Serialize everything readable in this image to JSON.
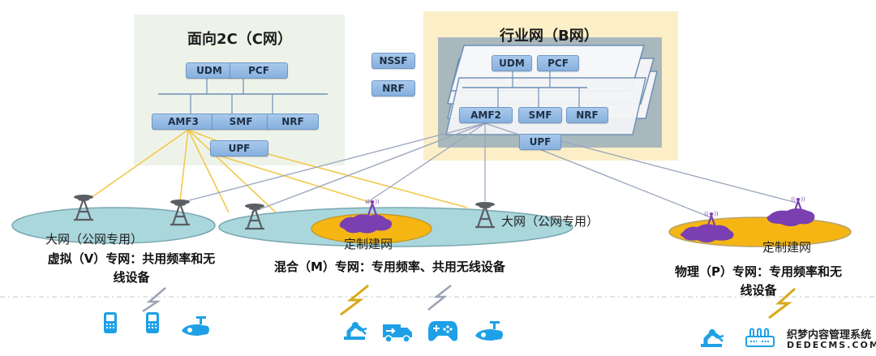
{
  "c_network": {
    "title": "面向2C（C网）",
    "functions": {
      "udm": "UDM",
      "pcf": "PCF",
      "amf": "AMF3",
      "smf": "SMF",
      "nrf": "NRF",
      "upf": "UPF"
    }
  },
  "shared": {
    "nssf": "NSSF",
    "nrf": "NRF"
  },
  "b_network": {
    "title": "行业网（B网）",
    "functions": {
      "udm": "UDM",
      "pcf": "PCF",
      "amf": "AMF2",
      "smf": "SMF",
      "nrf": "NRF",
      "upf": "UPF"
    }
  },
  "clouds": {
    "public_left": "大网（公网专用）",
    "public_right": "大网（公网专用）",
    "custom_mid": "定制建网",
    "custom_right": "定制建网"
  },
  "modes": {
    "virtual": {
      "line1": "虚拟（V）专网：共用频率和无",
      "line2": "线设备"
    },
    "hybrid": {
      "line1": "混合（M）专网：专用频率、共用无线设备"
    },
    "physical": {
      "line1": "物理（P）专网：专用频率和无",
      "line2": "线设备"
    }
  },
  "devices": {
    "virtual": [
      "phone-icon",
      "phone-icon",
      "camera-icon"
    ],
    "hybrid": [
      "robot-arm-icon",
      "truck-icon",
      "gamepad-icon",
      "camera-icon"
    ],
    "physical": [
      "robot-arm-icon",
      "router-icon"
    ]
  },
  "watermark": {
    "cn": "织梦内容管理系统",
    "en": "DEDECMS.COM"
  },
  "colors": {
    "c_link": "#f2c94c",
    "b_link": "#9aa6bd",
    "public_cloud": "#a9d7dc",
    "custom_cloud": "#f5b614",
    "custom_blob": "#7a3fb0",
    "device_blue": "#1ea0e6",
    "bolt_gold": "#d8a91a",
    "bolt_gray": "#9aa3b4"
  }
}
